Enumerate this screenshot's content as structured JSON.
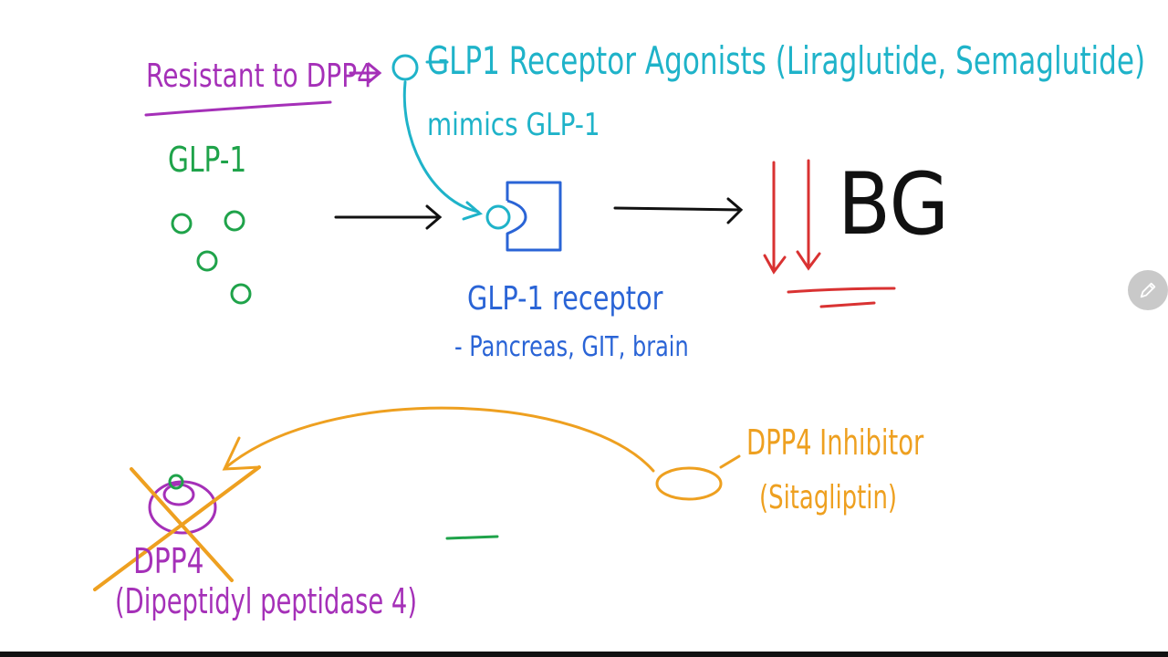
{
  "colors": {
    "purple": "#a530b8",
    "teal": "#1fb3c9",
    "green": "#1fa34a",
    "blue": "#2a64d6",
    "black": "#111111",
    "red": "#d93232",
    "orange": "#eea020",
    "edit_button_bg": "#c9c9c9"
  },
  "labels": {
    "resistant": "Resistant to DPP4",
    "agonists": "GLP1 Receptor Agonists (Liraglutide, Semaglutide)",
    "mimics": "mimics GLP-1",
    "glp1": "GLP-1",
    "receptor": "GLP-1 receptor",
    "location": "- Pancreas, GIT, brain",
    "bg": "BG",
    "inhibitor": "DPP4 Inhibitor",
    "drug": "(Sitagliptin)",
    "dpp4": "DPP4",
    "dpp4_full": "(Dipeptidyl peptidase 4)"
  },
  "icons": {
    "edit": "pencil-icon"
  }
}
